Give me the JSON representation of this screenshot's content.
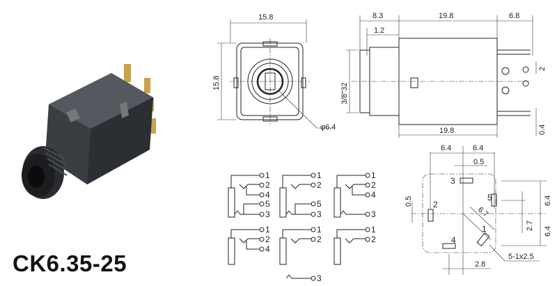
{
  "product": {
    "model": "CK6.35-25"
  },
  "front_view": {
    "width_label": "15.8",
    "height_label": "15.8",
    "bore_label": "φ6.4"
  },
  "side_view": {
    "dim_a": "8.3",
    "dim_b": "19.8",
    "dim_c": "6.8",
    "dim_d": "1.2",
    "thread": "3/8\"32",
    "pin_pitch": "2",
    "body_length": "19.8",
    "pin_thickness": "0.4"
  },
  "pcb_layout": {
    "left_x": "6.4",
    "right_x": "6.4",
    "offset_top": "0.5",
    "offset_left": "0.5",
    "upper_y": "6.4",
    "lower_y": "6.4",
    "pin5_y": "2.7",
    "diag": "6.7",
    "bottom_x": "2.8",
    "hole_note": "5-1x2.5",
    "pins": [
      "1",
      "2",
      "3",
      "4",
      "5"
    ]
  },
  "schematics": [
    {
      "pins": [
        "1",
        "2",
        "4",
        "5",
        "3"
      ]
    },
    {
      "pins": [
        "1",
        "2",
        "5",
        "3"
      ]
    },
    {
      "pins": [
        "1",
        "2",
        "4",
        "3"
      ]
    },
    {
      "pins": [
        "1",
        "2",
        "4"
      ]
    },
    {
      "pins": [
        "1",
        "2",
        "3"
      ]
    },
    {
      "pins": [
        "1",
        "2"
      ]
    }
  ]
}
